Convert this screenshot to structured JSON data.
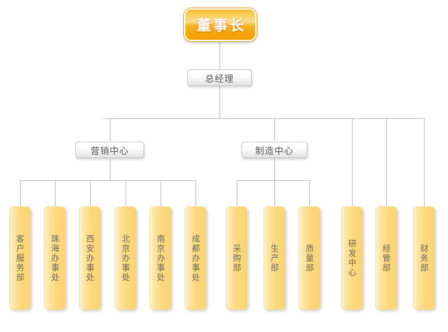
{
  "chart_data": {
    "type": "diagram",
    "diagram_kind": "organization-chart",
    "orientation": "top-down",
    "levels": 4,
    "node_count": 15
  },
  "colors": {
    "root_accent": "#f5a50c",
    "root_text": "#ffffff",
    "leaf_fill": "#fcd87c",
    "leaf_border": "#f7e0a6",
    "gray_fill": "#e2e2e2",
    "gray_text": "#555555",
    "connector": "#bcbcbc",
    "canvas": "#ffffff"
  },
  "nodes": {
    "root": {
      "label": "董事长"
    },
    "manager": {
      "label": "总经理"
    },
    "centers": [
      {
        "label": "营销中心"
      },
      {
        "label": "制造中心"
      }
    ],
    "marketing_departments": [
      {
        "label": "客户服务部"
      },
      {
        "label": "珠海办事处"
      },
      {
        "label": "西安办事处"
      },
      {
        "label": "北京办事处"
      },
      {
        "label": "南京办事处"
      },
      {
        "label": "成都办事处"
      }
    ],
    "manufacturing_departments": [
      {
        "label": "采购部"
      },
      {
        "label": "生产部"
      },
      {
        "label": "质量部"
      }
    ],
    "direct_departments": [
      {
        "label": "研发中心"
      },
      {
        "label": "经管部"
      },
      {
        "label": "财务部"
      }
    ]
  }
}
